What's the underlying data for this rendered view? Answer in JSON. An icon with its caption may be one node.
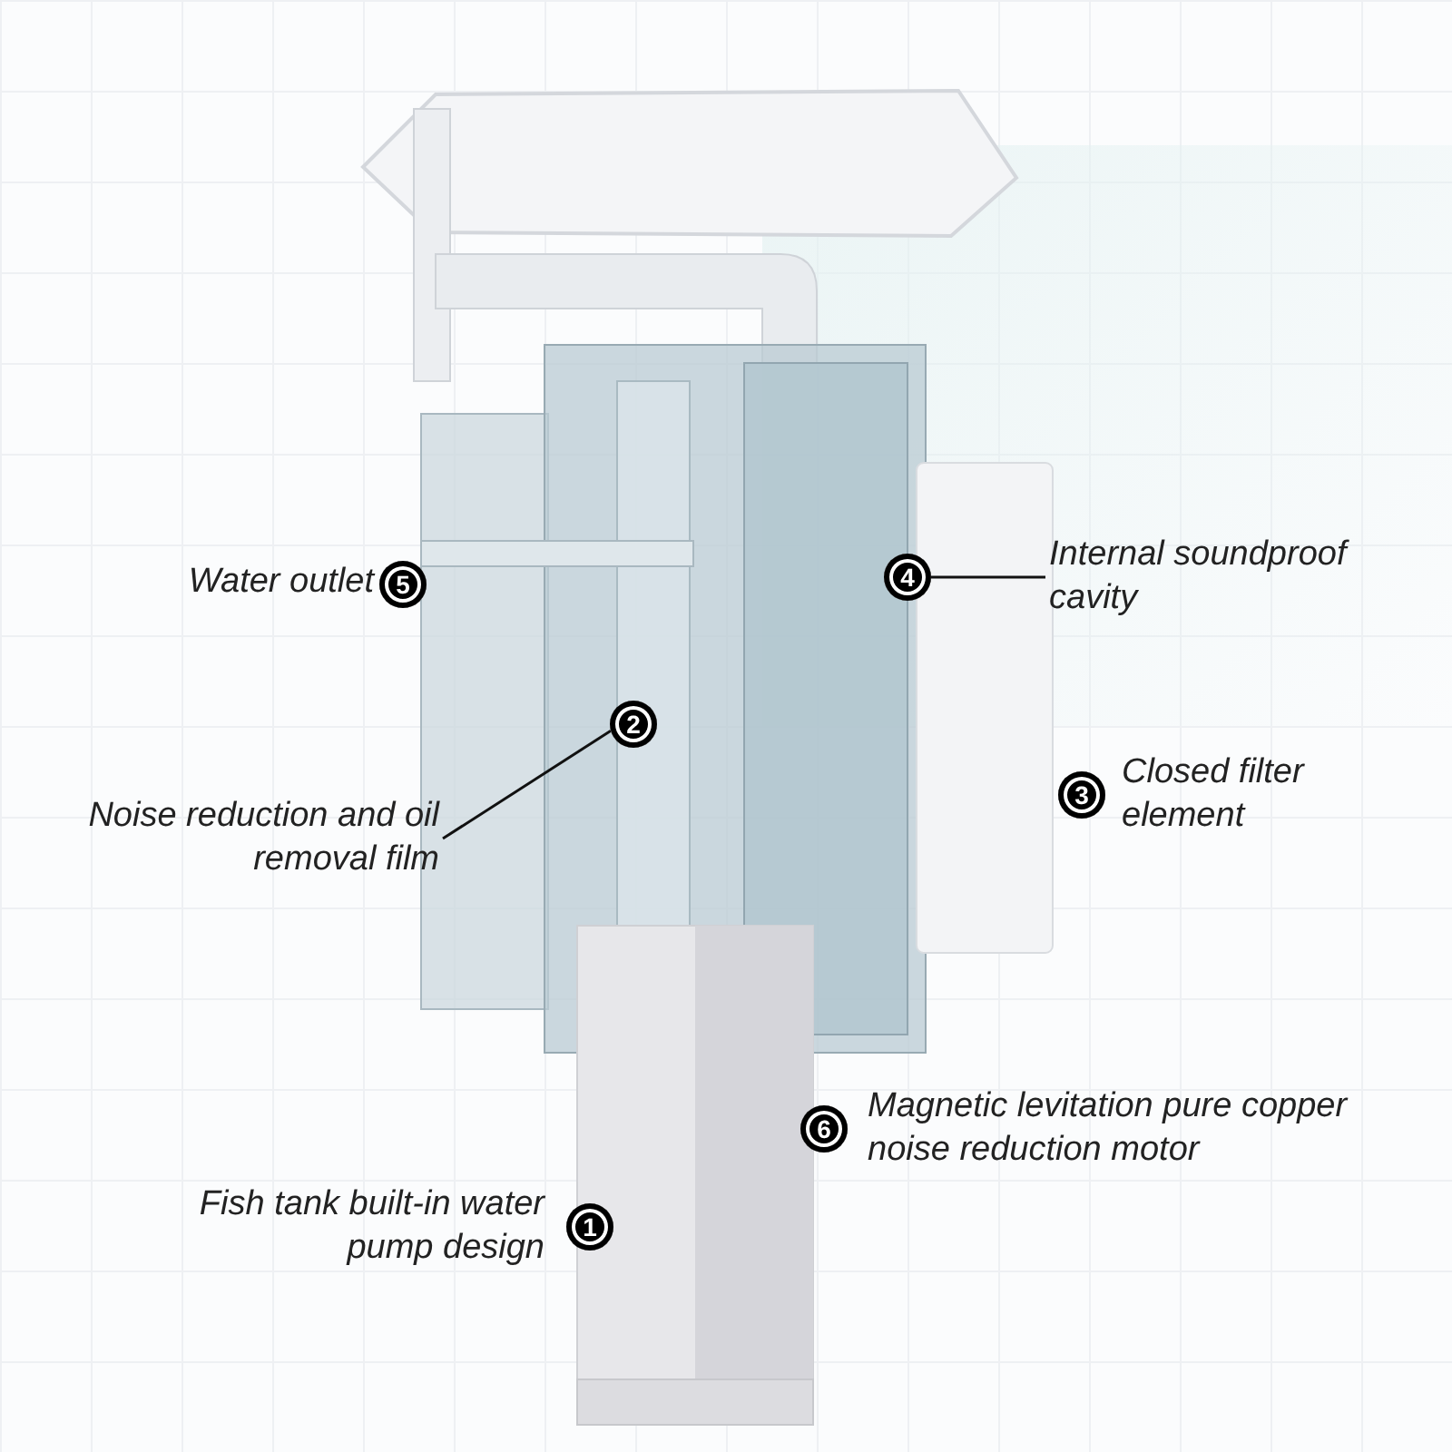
{
  "diagram": {
    "nodes": [
      {
        "text": [
          "5"
        ],
        "beside": [
          "Water outlet"
        ]
      },
      {
        "text": [
          "4"
        ]
      },
      {
        "text": [
          "Internal soundproof cavity"
        ]
      },
      {
        "text": [
          "2"
        ]
      },
      {
        "text": [
          "Noise reduction and oil removal film"
        ]
      },
      {
        "text": [
          "3"
        ],
        "beside": [
          "Closed filter element"
        ]
      },
      {
        "text": [
          "6"
        ],
        "beside": [
          "Magnetic levitation pure copper noise reduction motor"
        ]
      },
      {
        "text": [
          "1"
        ],
        "beside": [
          "Fish tank built-in water pump design"
        ]
      }
    ],
    "edges": [
      {
        "from": 4,
        "to": 3,
        "arrow": "none"
      },
      {
        "from": 1,
        "to": 2,
        "arrow": "none"
      }
    ]
  }
}
